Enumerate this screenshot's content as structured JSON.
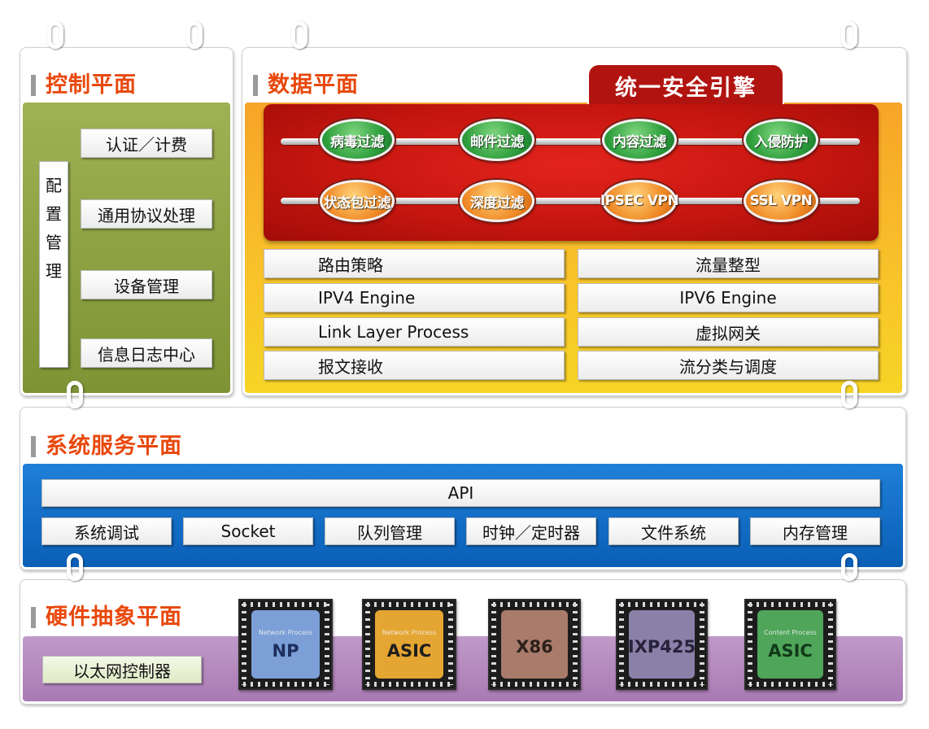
{
  "colors": {
    "title": "#e8480c",
    "control_bg": "#8ea444",
    "data_bg": "#f8b62a",
    "engine_bg": "#c6160f",
    "system_bg": "#0b6cc8",
    "hardware_bg": "#b48abe"
  },
  "control": {
    "title": "控制平面",
    "vertical_label": [
      "配",
      "置",
      "管",
      "理"
    ],
    "items": [
      "认证／计费",
      "通用协议处理",
      "设备管理",
      "信息日志中心"
    ]
  },
  "data_plane": {
    "title": "数据平面",
    "engine_title": "统一安全引擎",
    "engine_row1": [
      "病毒过滤",
      "邮件过滤",
      "内容过滤",
      "入侵防护"
    ],
    "engine_row2": [
      "状态包过滤",
      "深度过滤",
      "IPSEC VPN",
      "SSL VPN"
    ],
    "left_modules": [
      "路由策略",
      "IPV4 Engine",
      "Link Layer Process",
      "报文接收"
    ],
    "right_modules": [
      "流量整型",
      "IPV6 Engine",
      "虚拟网关",
      "流分类与调度"
    ]
  },
  "system": {
    "title": "系统服务平面",
    "api_label": "API",
    "modules": [
      "系统调试",
      "Socket",
      "队列管理",
      "时钟／定时器",
      "文件系统",
      "内存管理"
    ]
  },
  "hardware": {
    "title": "硬件抽象平面",
    "ethernet_label": "以太网控制器",
    "chips": [
      {
        "small": "Network Process",
        "big": "NP",
        "color": "#7b9fd6"
      },
      {
        "small": "Network Process",
        "big": "ASIC",
        "color": "#e5a532"
      },
      {
        "small": "",
        "big": "X86",
        "color": "#a87b6a"
      },
      {
        "small": "",
        "big": "IXP425",
        "color": "#8a80a8"
      },
      {
        "small": "Content Process",
        "big": "ASIC",
        "color": "#4fa55a"
      }
    ]
  }
}
